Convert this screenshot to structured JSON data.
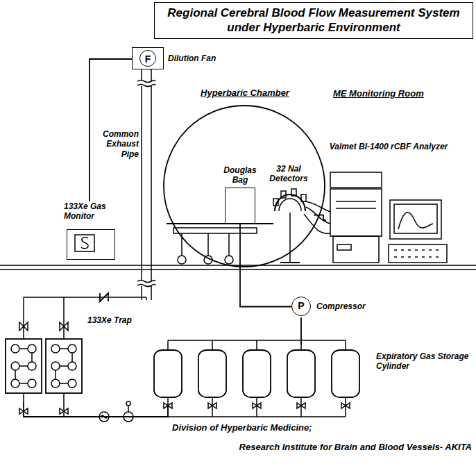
{
  "diagram": {
    "title": "Regional Cerebral Blood Flow Measurement System under Hyperbaric Environment",
    "nodes": [
      {
        "text": [
          "F",
          "Dilution Fan"
        ]
      },
      {
        "text": [
          "133Xe Gas Monitor"
        ]
      },
      {
        "text": [
          "Hyperbaric Chamber"
        ]
      },
      {
        "text": [
          "Douglas Bag"
        ],
        "in": 2
      },
      {
        "text": [
          "32 NaI Detectors"
        ],
        "in": 2
      },
      {
        "text": [
          "Valmet BI-1400 rCBF Analyzer"
        ]
      },
      {
        "text": [
          "133Xe Trap"
        ]
      },
      {
        "text": [
          "Expiratory Gas Storage Cylinder"
        ]
      },
      {
        "text": [
          "P",
          "Compressor"
        ]
      }
    ],
    "edges": [
      {
        "from": 0,
        "to": 1,
        "arrow": "none"
      },
      {
        "from": 4,
        "to": 5,
        "arrow": "none"
      },
      {
        "from": 3,
        "to": 8,
        "arrow": "none"
      },
      {
        "from": 8,
        "to": 7,
        "arrow": "none"
      },
      {
        "from": 7,
        "to": 6,
        "arrow": "none"
      }
    ],
    "labels": [
      "Common Exhaust Pipe",
      "ME Monitoring Room",
      "Division of Hyperbaric Medicine;",
      "Research Institute for Brain and Blood Vessels- AKITA"
    ]
  }
}
